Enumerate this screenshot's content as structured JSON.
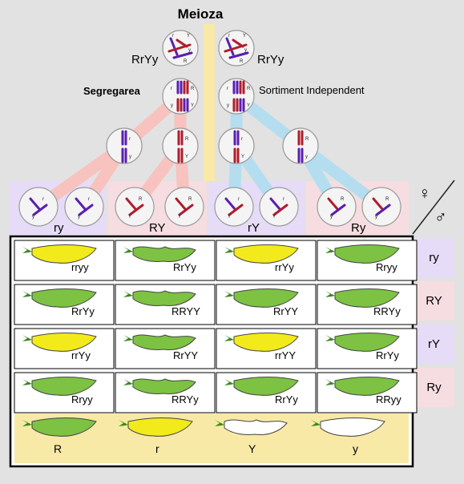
{
  "title": "Meioza",
  "cells": {
    "left_label": "RrYy",
    "right_label": "RrYy"
  },
  "labels": {
    "segregation": "Segregarea",
    "independent_assortment": "Sortiment Independent"
  },
  "gametes_top": [
    "ry",
    "RY",
    "rY",
    "Ry"
  ],
  "gametes_side": [
    "ry",
    "RY",
    "rY",
    "Ry"
  ],
  "symbols": {
    "female": "♀",
    "male": "♂"
  },
  "chromosome_letters": {
    "parent": [
      "r",
      "Y",
      "y",
      "R"
    ],
    "segregation": [
      "r",
      "R",
      "y",
      "Y"
    ],
    "meiosis1": [
      [
        "r",
        "y"
      ],
      [
        "R",
        "Y"
      ],
      [
        "r",
        "Y"
      ],
      [
        "R",
        "y"
      ]
    ],
    "gamete_pairs": [
      [
        "r",
        "y",
        "r",
        "y"
      ],
      [
        "R",
        "Y",
        "R",
        "Y"
      ],
      [
        "r",
        "Y",
        "r",
        "Y"
      ],
      [
        "R",
        "y",
        "R",
        "y"
      ]
    ]
  },
  "genotypes": [
    [
      "rryy",
      "RrYy",
      "rrYy",
      "Rryy"
    ],
    [
      "RrYy",
      "RRYY",
      "RrYY",
      "RRYy"
    ],
    [
      "rrYy",
      "RrYY",
      "rrYY",
      "RrYy"
    ],
    [
      "Rryy",
      "RRYy",
      "RrYy",
      "RRyy"
    ]
  ],
  "pod_colors": [
    [
      "yellow",
      "green",
      "yellow",
      "green"
    ],
    [
      "green",
      "green",
      "green",
      "green"
    ],
    [
      "yellow",
      "green",
      "yellow",
      "green"
    ],
    [
      "green",
      "green",
      "green",
      "green"
    ]
  ],
  "pod_shapes": [
    [
      "smooth",
      "constricted",
      "smooth",
      "smooth"
    ],
    [
      "smooth",
      "constricted",
      "smooth",
      "smooth"
    ],
    [
      "smooth",
      "constricted",
      "smooth",
      "smooth"
    ],
    [
      "smooth",
      "constricted",
      "smooth",
      "smooth"
    ]
  ],
  "legend": [
    {
      "label": "R",
      "color": "green",
      "shape": "smooth"
    },
    {
      "label": "r",
      "color": "yellow",
      "shape": "smooth"
    },
    {
      "label": "Y",
      "color": "white",
      "shape": "constricted"
    },
    {
      "label": "y",
      "color": "white",
      "shape": "smooth"
    }
  ],
  "colors": {
    "green_pod": "#7dc242",
    "yellow_pod": "#f2ea1a",
    "white_pod": "#ffffff",
    "stem": "#3a8a1e",
    "purple_chromosome": "#5a1fb0",
    "red_chromosome": "#b01c2c",
    "gamete_panel_purple": "#e6dcf7",
    "gamete_panel_pink": "#f6dde1",
    "legend_bg": "#f8e9a6",
    "divider_yellow": "#f8e9a6",
    "paths_pink": "#f8c2bf",
    "paths_blue": "#b4def0"
  }
}
